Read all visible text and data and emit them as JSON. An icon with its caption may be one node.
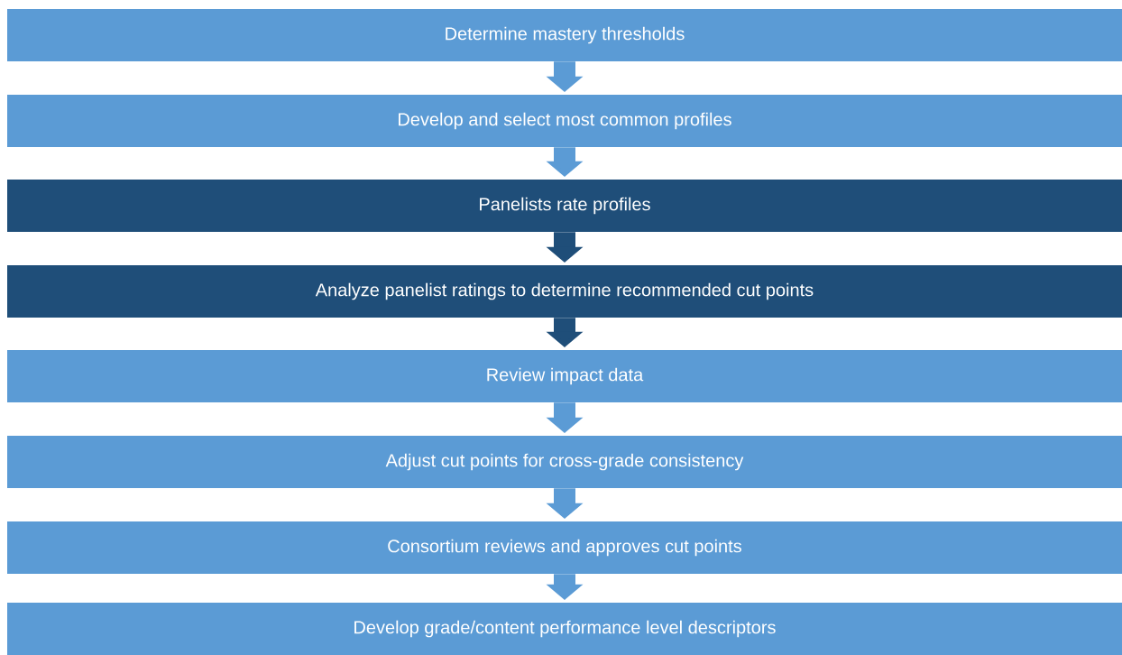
{
  "diagram": {
    "nodes": [
      {
        "text": [
          "Determine mastery thresholds"
        ]
      },
      {
        "text": [
          "Develop and select most common profiles"
        ]
      },
      {
        "text": [
          "Panelists rate profiles"
        ]
      },
      {
        "text": [
          "Analyze panelist ratings to determine recommended cut points"
        ]
      },
      {
        "text": [
          "Review impact data"
        ]
      },
      {
        "text": [
          "Adjust cut points for cross-grade consistency"
        ]
      },
      {
        "text": [
          "Consortium reviews and approves cut points"
        ]
      },
      {
        "text": [
          "Develop grade/content performance level descriptors"
        ]
      }
    ],
    "edges": [
      {
        "from": 0,
        "to": 1,
        "arrow": "to"
      },
      {
        "from": 1,
        "to": 2,
        "arrow": "to"
      },
      {
        "from": 2,
        "to": 3,
        "arrow": "to",
        "color": "#1f4e79"
      },
      {
        "from": 3,
        "to": 4,
        "arrow": "to",
        "color": "#1f4e79"
      },
      {
        "from": 4,
        "to": 5,
        "arrow": "to"
      },
      {
        "from": 5,
        "to": 6,
        "arrow": "to"
      },
      {
        "from": 6,
        "to": 7,
        "arrow": "to"
      }
    ]
  }
}
